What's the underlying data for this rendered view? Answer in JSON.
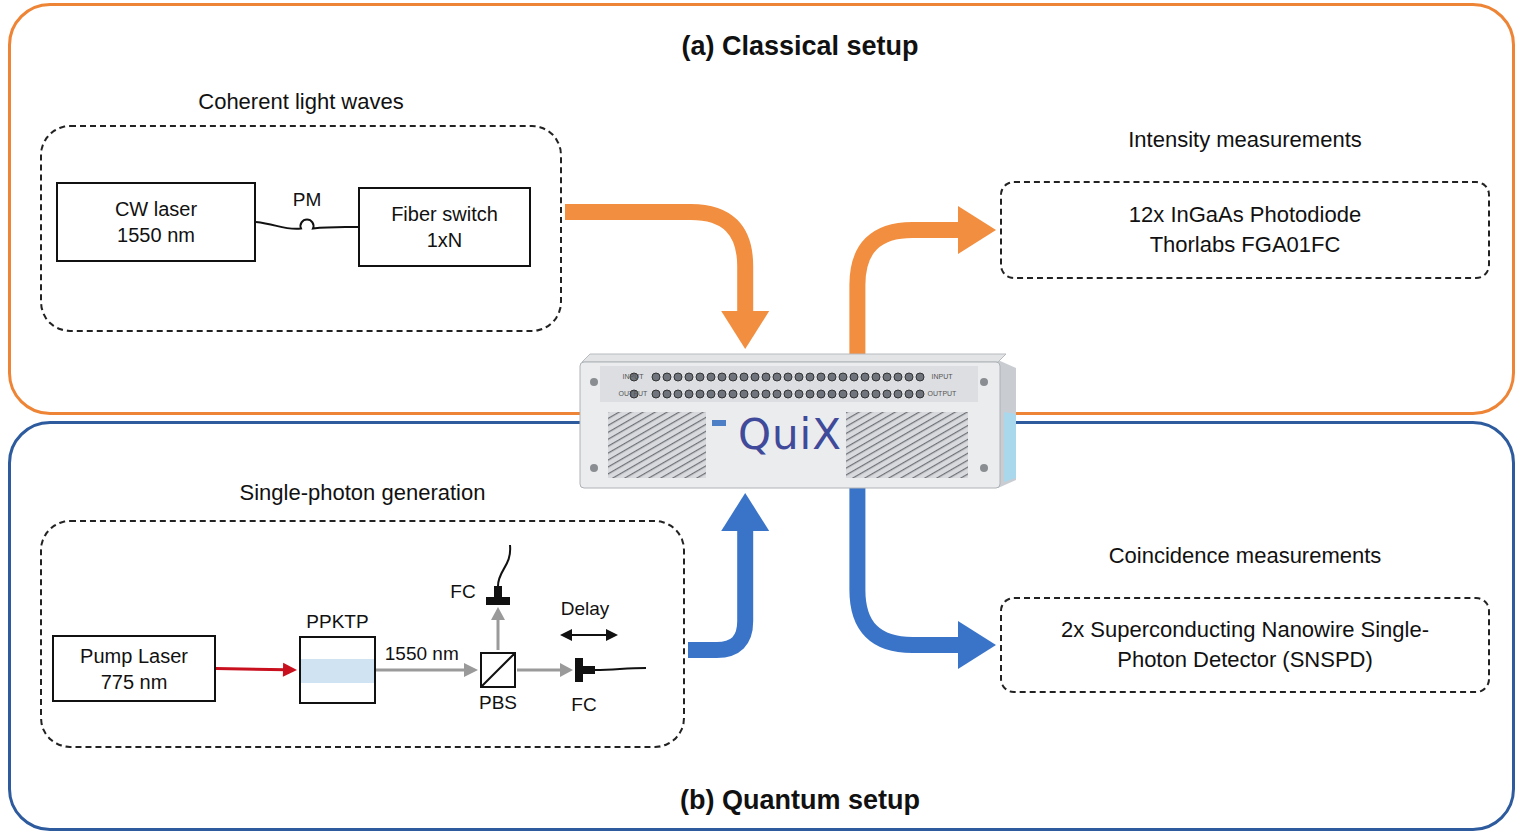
{
  "diagram": {
    "nodes": [
      {
        "text": [
          "(a) Classical setup"
        ]
      },
      {
        "text": [
          "Coherent light waves"
        ],
        "in": 0
      },
      {
        "text": [
          "CW laser 1550 nm"
        ],
        "in": 1
      },
      {
        "text": [
          "Fiber switch 1xN"
        ],
        "in": 1
      },
      {
        "text": [
          "Intensity measurements",
          "12x InGaAs Photodiode Thorlabs FGA01FC"
        ],
        "in": 0
      },
      {
        "text": [
          "QuiX"
        ]
      },
      {
        "text": [
          "(b) Quantum setup"
        ]
      },
      {
        "text": [
          "Single-photon generation"
        ],
        "in": 6
      },
      {
        "text": [
          "Pump Laser 775 nm"
        ],
        "in": 7
      },
      {
        "text": [
          "PPKTP"
        ],
        "in": 7
      },
      {
        "text": [
          "PBS"
        ],
        "in": 7
      },
      {
        "text": [
          "Coincidence measurements",
          "2x Superconducting Nanowire Single-Photon Detector (SNSPD)"
        ],
        "in": 6
      }
    ],
    "edges": [
      {
        "from": 2,
        "to": 3,
        "label": "PM",
        "arrow": "none"
      },
      {
        "from": 1,
        "to": 5,
        "arrow": "to"
      },
      {
        "from": 5,
        "to": 4,
        "arrow": "to"
      },
      {
        "from": 8,
        "to": 9,
        "arrow": "to"
      },
      {
        "from": 9,
        "to": 10,
        "label": "1550 nm",
        "arrow": "to"
      },
      {
        "from": 7,
        "to": 5,
        "arrow": "to"
      },
      {
        "from": 5,
        "to": 11,
        "arrow": "to"
      }
    ],
    "labels": [
      "FC",
      "FC",
      "Delay",
      "INPUT",
      "OUTPUT",
      "INPUT",
      "OUTPUT"
    ]
  }
}
